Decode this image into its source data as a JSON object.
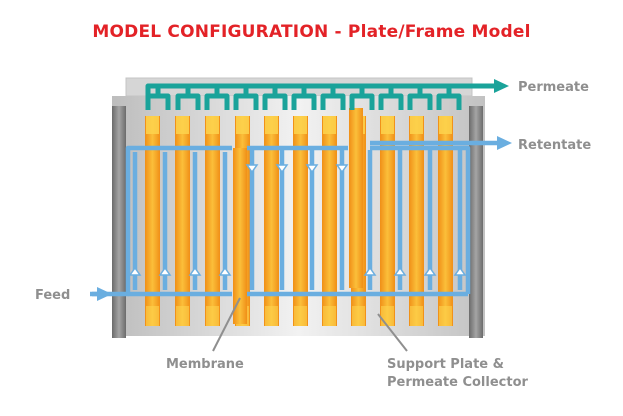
{
  "title": "MODEL CONFIGURATION - Plate/Frame Model",
  "labels": {
    "permeate": "Permeate",
    "retentate": "Retentate",
    "feed": "Feed",
    "membrane": "Membrane",
    "support_line1": "Support Plate &",
    "support_line2": "Permeate Collector"
  },
  "colors": {
    "title": "#e32227",
    "permeate": "#1aa39a",
    "flow": "#6aaee0",
    "plate": "#f39c1f",
    "plate_light": "#fdd34e",
    "frame": "#cfcfcf",
    "end_plate": "#7c7c7c",
    "label": "#8f8f8f"
  }
}
